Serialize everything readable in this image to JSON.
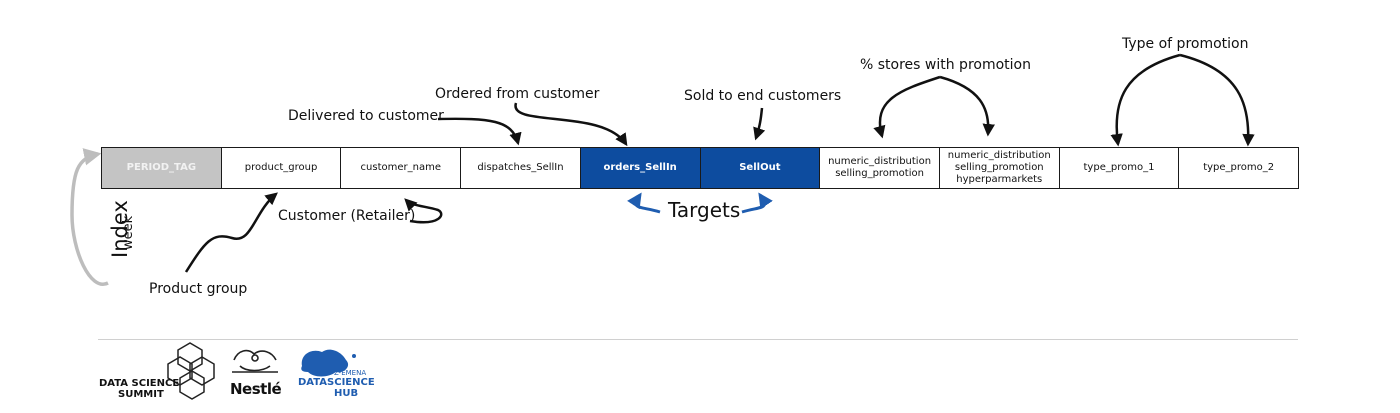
{
  "columns": [
    {
      "lines": [
        "PERIOD_TAG"
      ],
      "role": "index"
    },
    {
      "lines": [
        "product_group"
      ],
      "role": "normal"
    },
    {
      "lines": [
        "customer_name"
      ],
      "role": "normal"
    },
    {
      "lines": [
        "dispatches_SellIn"
      ],
      "role": "normal"
    },
    {
      "lines": [
        "orders_SellIn"
      ],
      "role": "target"
    },
    {
      "lines": [
        "SellOut"
      ],
      "role": "target"
    },
    {
      "lines": [
        "numeric_distribution",
        "selling_promotion"
      ],
      "role": "normal"
    },
    {
      "lines": [
        "numeric_distribution",
        "selling_promotion",
        "hyperparmarkets"
      ],
      "role": "normal"
    },
    {
      "lines": [
        "type_promo_1"
      ],
      "role": "normal"
    },
    {
      "lines": [
        "type_promo_2"
      ],
      "role": "normal"
    }
  ],
  "annotations": {
    "ordered": "Ordered from customer",
    "delivered": "Delivered to customer",
    "sold": "Sold to end customers",
    "stores_promo": "% stores with promotion",
    "type_promo": "Type of promotion",
    "customer": "Customer (Retailer)",
    "product_group": "Product group",
    "targets": "Targets",
    "index": "Index",
    "week": "week"
  },
  "logos": {
    "summit_line1": "DATA SCIENCE",
    "summit_line2": "SUMMIT",
    "nestle": "Nestlé",
    "hub_line1": "Z-EMENA",
    "hub_line2": "DATASCIENCE",
    "hub_line3": "HUB"
  },
  "colors": {
    "target_fill": "#0d4c9f",
    "index_fill": "#c4c4c4",
    "index_arrow": "#bdbdbd",
    "arrow": "#111111",
    "target_arrow": "#1f5db0",
    "hub_accent": "#1f5db0"
  }
}
